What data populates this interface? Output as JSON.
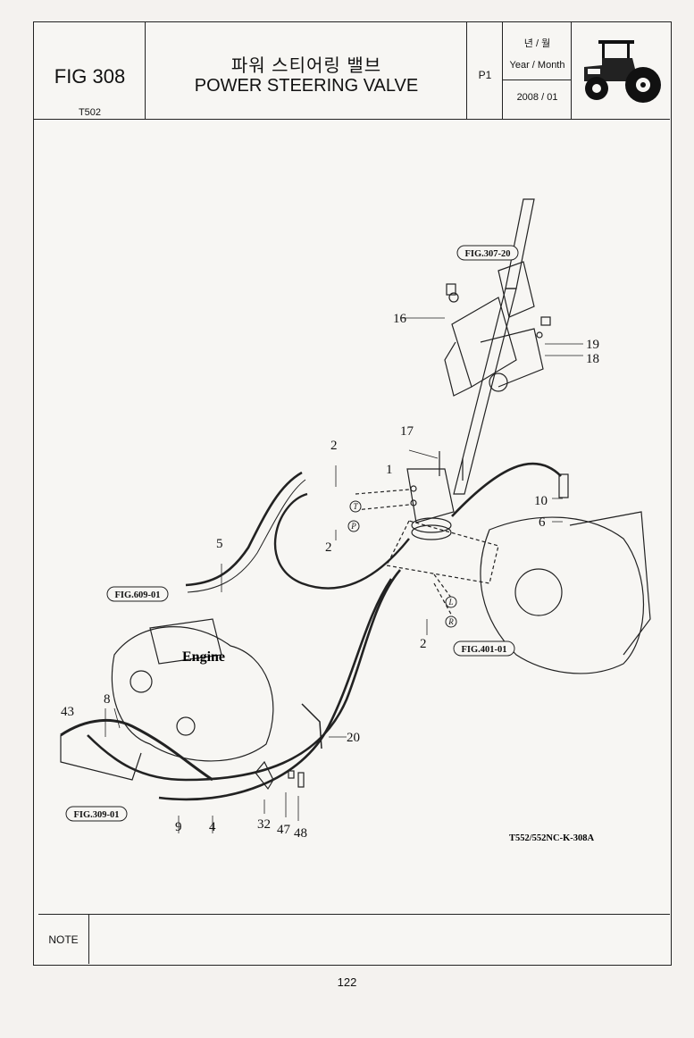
{
  "header": {
    "fig_label": "FIG 308",
    "model_code": "T502",
    "title_ko": "파워 스티어링 밸브",
    "title_en": "POWER STEERING VALVE",
    "page_code": "P1",
    "date_label_ko": "년 / 월",
    "date_label_en": "Year / Month",
    "date_value": "2008 / 01"
  },
  "drawing": {
    "refs": {
      "fig307": "FIG.307-20",
      "fig609": "FIG.609-01",
      "fig401": "FIG.401-01",
      "fig309": "FIG.309-01"
    },
    "engine_label": "Engine",
    "drawing_code": "T552/552NC-K-308A",
    "port_T": "T",
    "port_P": "P",
    "port_L": "L",
    "port_R": "R",
    "callouts": {
      "c1": "1",
      "c2a": "2",
      "c2b": "2",
      "c2c": "2",
      "c4": "4",
      "c5": "5",
      "c6": "6",
      "c8": "8",
      "c9": "9",
      "c10": "10",
      "c16": "16",
      "c17": "17",
      "c18": "18",
      "c19": "19",
      "c20": "20",
      "c32": "32",
      "c43": "43",
      "c47": "47",
      "c48": "48"
    }
  },
  "footer": {
    "note_label": "NOTE",
    "note_text": "",
    "page_number": "122"
  }
}
